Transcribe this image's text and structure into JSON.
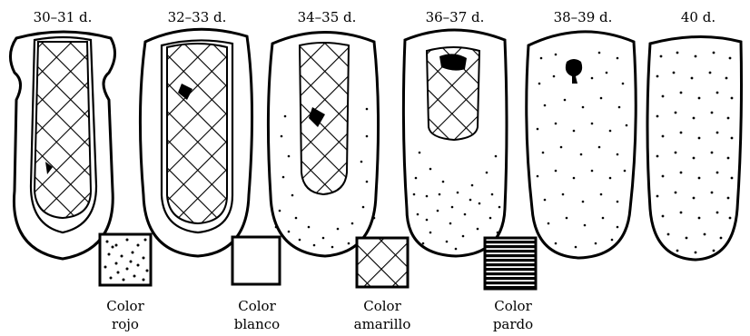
{
  "stages": [
    {
      "label": "30–31 d."
    },
    {
      "label": "32–33 d."
    },
    {
      "label": "34–35 d."
    },
    {
      "label": "36–37 d."
    },
    {
      "label": "38–39 d."
    },
    {
      "label": "40 d."
    }
  ],
  "legend": [
    {
      "line1": "Color",
      "line2": "rojo"
    },
    {
      "line1": "Color",
      "line2": "blanco"
    },
    {
      "line1": "Color",
      "line2": "amarillo"
    },
    {
      "line1": "Color",
      "line2": "pardo"
    }
  ]
}
